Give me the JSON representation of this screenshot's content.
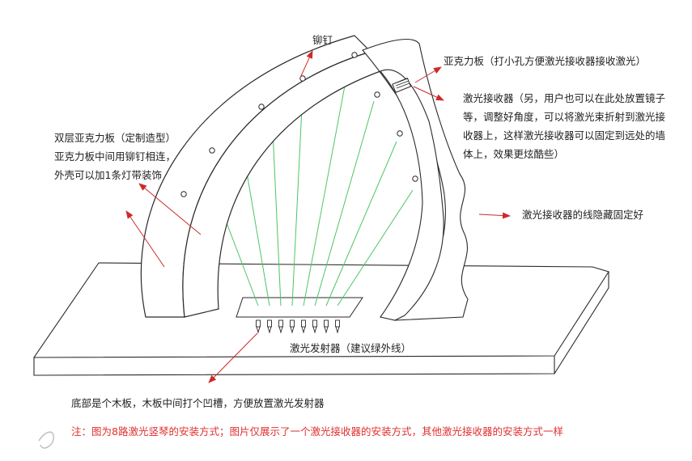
{
  "labels": {
    "rivet": "铆钉",
    "acrylic_board": "亚克力板（打小孔方便激光接收器接收激光）",
    "receiver": [
      "激光接收器（另，用户也可以在此处放置镜子",
      "等，调整好角度，可以将激光束折射到激光接",
      "收器上，这样激光接收器可以固定到远处的墙",
      "体上，效果更炫酷些）"
    ],
    "double_layer": [
      "双层亚克力板（定制造型）",
      "亚克力板中间用铆钉相连，",
      "外壳可以加1条灯带装饰"
    ],
    "cable": "激光接收器的线隐藏固定好",
    "emitter": "激光发射器（建议绿外线）",
    "base": "底部是个木板，木板中间打个凹槽，方便放置激光发射器"
  },
  "note": "注：图为8路激光竖琴的安装方式；图片仅展示了一个激光接收器的安装方式，其他激光接收器的安装方式一样",
  "colors": {
    "line": "#2a2a2a",
    "laser": "#4cc566",
    "arrow": "#cc2a2a",
    "note": "#e03030"
  },
  "laser_count": 8
}
